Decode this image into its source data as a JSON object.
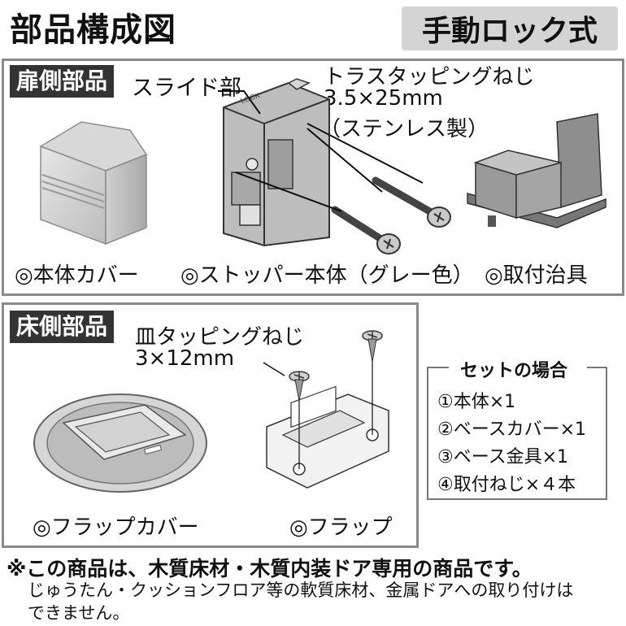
{
  "header": {
    "title": "部品構成図",
    "badge": "手動ロック式"
  },
  "door_section": {
    "tag": "扉側部品",
    "slide_label": "スライド部",
    "screw_label_1": "トラスタッピングねじ",
    "screw_label_2": "3.5×25mm",
    "screw_label_3": "（ステンレス製）",
    "stopper_mark": "LOCK",
    "parts": [
      "◎本体カバー",
      "◎ストッパー本体（グレー色）",
      "◎取付治具"
    ]
  },
  "floor_section": {
    "tag": "床側部品",
    "screw_label_1": "皿タッピングねじ",
    "screw_label_2": "3×12mm",
    "parts": [
      "◎フラップカバー",
      "◎フラップ"
    ]
  },
  "set_box": {
    "title": "セットの場合",
    "items": [
      "①本体×1",
      "②ベースカバー×1",
      "③ベース金具×1",
      "④取付ねじ×４本"
    ]
  },
  "footer": {
    "line1": "※この商品は、木質床材・木質内装ドア専用の商品です。",
    "line2": "じゅうたん・クッションフロア等の軟質床材、金属ドアへの取り付けは",
    "line3": "できません。"
  }
}
